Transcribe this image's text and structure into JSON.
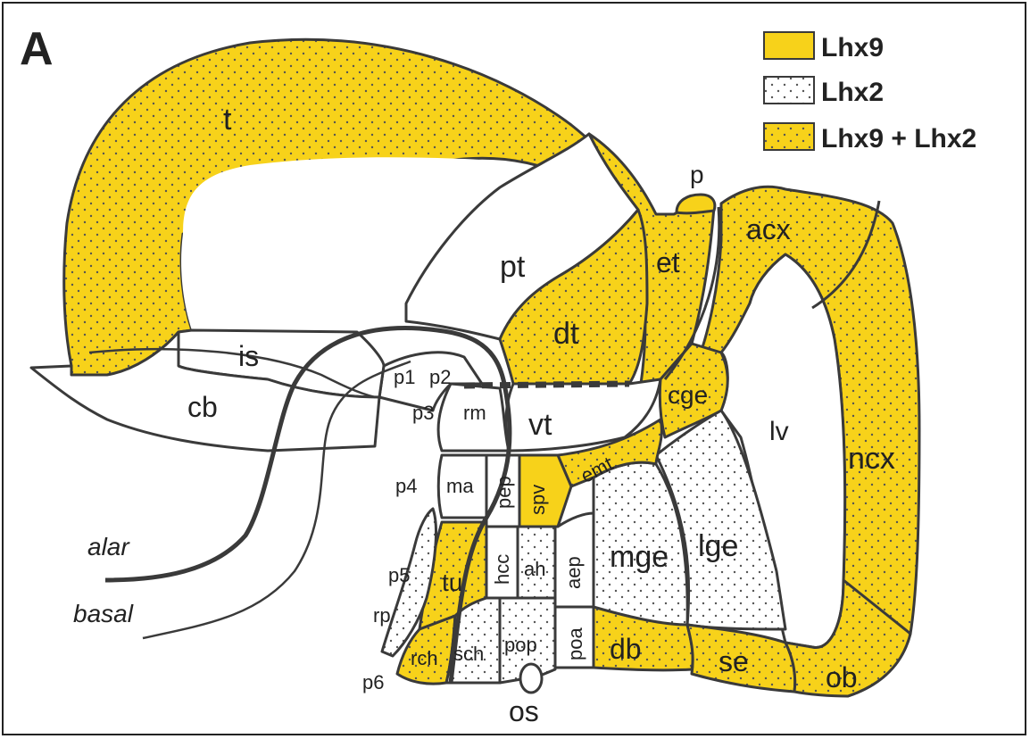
{
  "panel_label": "A",
  "colors": {
    "lhx9": "#f7d21a",
    "outline": "#3a3a3a",
    "dot": "#555555"
  },
  "legend": [
    {
      "label": "Lhx9",
      "fill": "lhx9"
    },
    {
      "label": "Lhx2",
      "fill": "lhx2"
    },
    {
      "label": "Lhx9 + Lhx2",
      "fill": "both"
    }
  ],
  "regions": {
    "t": "t",
    "pt": "pt",
    "et": "et",
    "p": "p",
    "acx": "acx",
    "dt": "dt",
    "is": "is",
    "cb": "cb",
    "p1": "p1",
    "p2": "p2",
    "p3": "p3",
    "rm": "rm",
    "vt": "vt",
    "cge": "cge",
    "lv": "lv",
    "ncx": "ncx",
    "emt": "emt",
    "p4": "p4",
    "ma": "ma",
    "pep": "pep",
    "spv": "spv",
    "mge": "mge",
    "lge": "lge",
    "hcc": "hcc",
    "ah": "ah",
    "aep": "aep",
    "tu": "tu",
    "p5": "p5",
    "rp": "rp",
    "rch": "rch",
    "sch": "sch",
    "pop": "pop",
    "poa": "poa",
    "db": "db",
    "se": "se",
    "ob": "ob",
    "p6": "p6",
    "os": "os"
  },
  "axis_labels": {
    "alar": "alar",
    "basal": "basal"
  }
}
